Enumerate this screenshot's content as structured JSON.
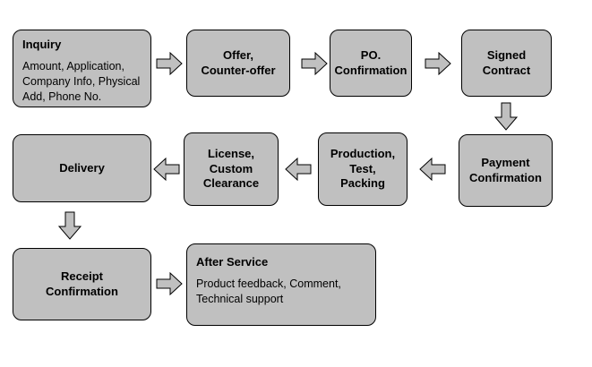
{
  "diagram": {
    "nodes": {
      "inquiry": {
        "title": "Inquiry",
        "body": "Amount, Application,\nCompany Info, Physical\nAdd, Phone No."
      },
      "offer": {
        "label": "Offer,\nCounter-offer"
      },
      "po_confirmation": {
        "label": "PO.\nConfirmation"
      },
      "signed_contract": {
        "label": "Signed\nContract"
      },
      "payment_confirmation": {
        "label": "Payment\nConfirmation"
      },
      "production": {
        "label": "Production,\nTest,\nPacking"
      },
      "license": {
        "label": "License,\nCustom\nClearance"
      },
      "delivery": {
        "label": "Delivery"
      },
      "receipt_confirmation": {
        "label": "Receipt\nConfirmation"
      },
      "after_service": {
        "title": "After Service",
        "body": "Product feedback, Comment,\nTechnical support"
      }
    },
    "arrow_fill": "#c0c0c0",
    "arrow_stroke": "#000000"
  }
}
